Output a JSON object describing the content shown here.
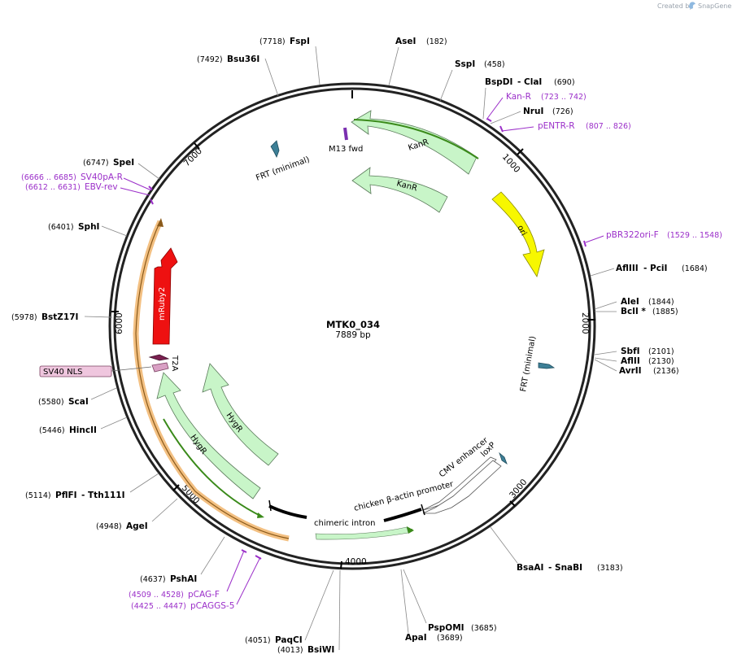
{
  "watermark": {
    "prefix": "Created by",
    "brand": "SnapGene"
  },
  "plasmid": {
    "name": "MTK0_034",
    "length": "7889 bp",
    "bp": 7889
  },
  "colors": {
    "ori": "#f7f700",
    "kanr": "#c8f5c8",
    "hygr": "#c8f5c8",
    "mruby2": "#ee1111",
    "primer": "#9b2fc9",
    "frt": "#3d7f96",
    "promoter": "#ffffff",
    "t2a": "#d36aa0",
    "orf_outline": "#f3c082"
  },
  "ticks": [
    {
      "label": "1000",
      "pos": 1000
    },
    {
      "label": "2000",
      "pos": 2000
    },
    {
      "label": "3000",
      "pos": 3000
    },
    {
      "label": "4000",
      "pos": 4000
    },
    {
      "label": "5000",
      "pos": 5000
    },
    {
      "label": "6000",
      "pos": 6000
    },
    {
      "label": "7000",
      "pos": 7000
    }
  ],
  "sites": [
    {
      "name": "AseI",
      "pos": "(182)"
    },
    {
      "name": "SspI",
      "pos": "(458)"
    },
    {
      "name": "BspDI",
      "name2": " - ClaI",
      "pos": "(690)"
    },
    {
      "name": "NruI",
      "pos": "(726)"
    },
    {
      "name": "AflIII",
      "name2": " - PciI",
      "pos": "(1684)"
    },
    {
      "name": "AleI",
      "pos": "(1844)"
    },
    {
      "name": "BclI *",
      "pos": "(1885)"
    },
    {
      "name": "SbfI",
      "pos": "(2101)"
    },
    {
      "name": "AflII",
      "pos": "(2130)"
    },
    {
      "name": "AvrII",
      "pos": "(2136)"
    },
    {
      "name": "BsaAI",
      "name2": " - SnaBI",
      "pos": "(3183)"
    },
    {
      "name": "PspOMI",
      "pos": "(3685)"
    },
    {
      "name": "ApaI",
      "pos": "(3689)"
    },
    {
      "name": "PaqCI",
      "pos": "(4051)"
    },
    {
      "name": "BsiWI",
      "pos": "(4013)"
    },
    {
      "name": "PshAI",
      "pos": "(4637)"
    },
    {
      "name": "AgeI",
      "pos": "(4948)"
    },
    {
      "name": "PflFI",
      "name2": " - Tth111I",
      "pos": "(5114)"
    },
    {
      "name": "HincII",
      "pos": "(5446)"
    },
    {
      "name": "ScaI",
      "pos": "(5580)"
    },
    {
      "name": "BstZ17I",
      "pos": "(5978)"
    },
    {
      "name": "SphI",
      "pos": "(6401)"
    },
    {
      "name": "SpeI",
      "pos": "(6747)"
    },
    {
      "name": "Bsu36I",
      "pos": "(7492)"
    },
    {
      "name": "FspI",
      "pos": "(7718)"
    }
  ],
  "primers": [
    {
      "name": "Kan-R",
      "pos": "(723 .. 742)"
    },
    {
      "name": "pENTR-R",
      "pos": "(807 .. 826)"
    },
    {
      "name": "pBR322ori-F",
      "pos": "(1529 .. 1548)"
    },
    {
      "name": "SV40pA-R",
      "pos": "(6666 .. 6685)"
    },
    {
      "name": "EBV-rev",
      "pos": "(6612 .. 6631)"
    },
    {
      "name": "pCAG-F",
      "pos": "(4509 .. 4528)"
    },
    {
      "name": "pCAGGS-5",
      "pos": "(4425 .. 4447)"
    }
  ],
  "features": {
    "kanr_outer": "KanR",
    "kanr_inner": "KanR",
    "m13": "M13 fwd",
    "frt_top": "FRT (minimal)",
    "frt_right": "FRT (minimal)",
    "ori": "ori",
    "mruby2": "mRuby2",
    "t2a": "T2A",
    "sv40nls": "SV40 NLS",
    "hygr_outer": "HygR",
    "hygr_inner": "HygR",
    "cmv": "CMV enhancer",
    "loxp": "loxP",
    "cba": "chicken β-actin promoter",
    "intron": "chimeric intron"
  }
}
